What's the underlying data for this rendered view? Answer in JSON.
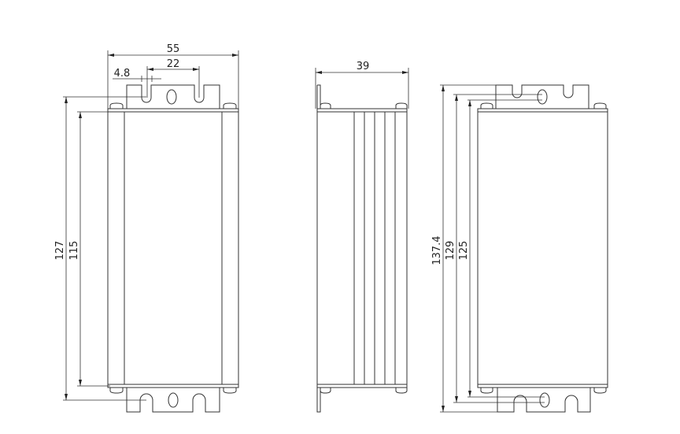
{
  "drawing": {
    "front_view": {
      "width_overall": "55",
      "slot_spacing": "22",
      "slot_width": "4.8",
      "height_mounting": "127",
      "height_body": "115"
    },
    "side_view": {
      "depth": "39"
    },
    "rear_view": {
      "height_overall": "137.4",
      "height_mid": "129",
      "height_body": "125"
    },
    "colors": {
      "line": "#333333",
      "background": "#ffffff"
    }
  }
}
